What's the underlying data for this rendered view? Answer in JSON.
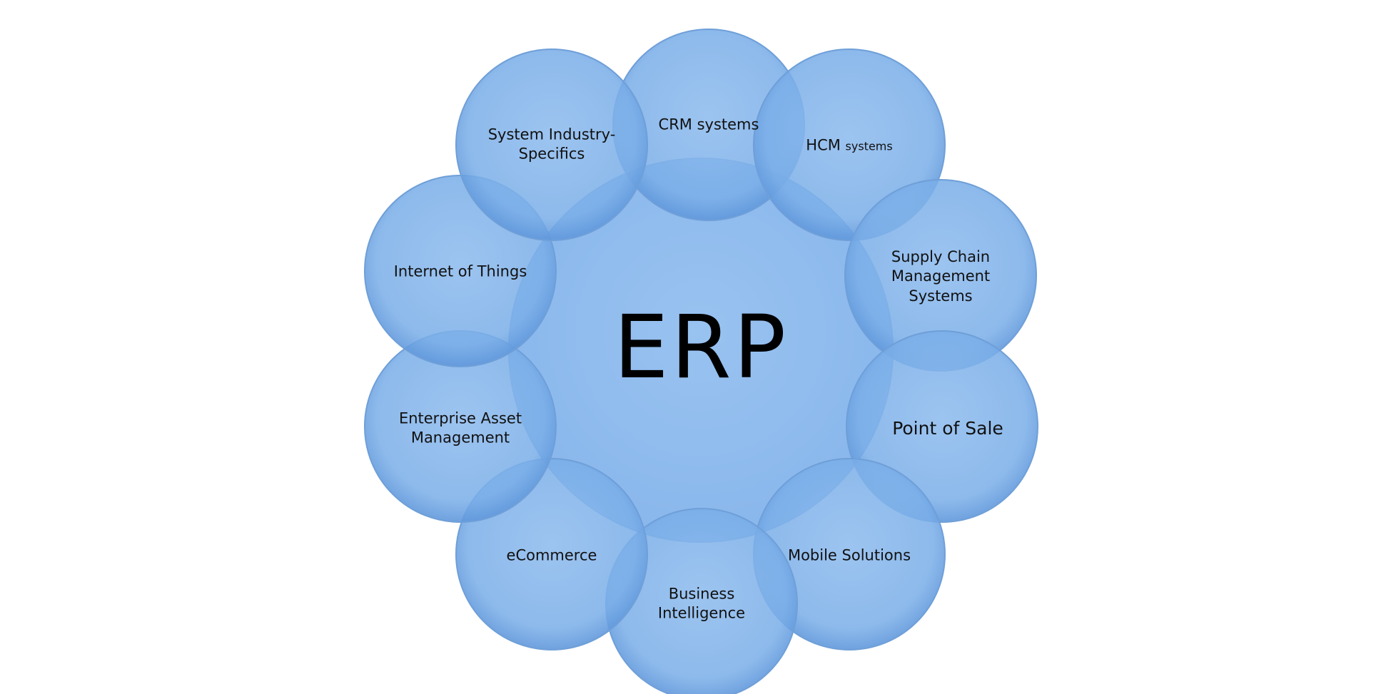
{
  "diagram": {
    "center_label": "ERP",
    "nodes": [
      {
        "id": "crm",
        "text": "CRM systems"
      },
      {
        "id": "hcm",
        "text": "HCM",
        "suffix": "systems"
      },
      {
        "id": "scm",
        "lines": [
          "Supply Chain",
          "Management",
          "Systems"
        ]
      },
      {
        "id": "pos",
        "text": "Point of Sale"
      },
      {
        "id": "mobile",
        "text": "Mobile Solutions"
      },
      {
        "id": "bi",
        "lines": [
          "Business",
          "Intelligence"
        ]
      },
      {
        "id": "ecommerce",
        "text": "eCommerce"
      },
      {
        "id": "eam",
        "lines": [
          "Enterprise Asset",
          "Management"
        ]
      },
      {
        "id": "iot",
        "text": "Internet of Things"
      },
      {
        "id": "industry",
        "lines": [
          "System Industry-",
          "Specifics"
        ]
      }
    ],
    "colors": {
      "circle_fill": "#7aaee8",
      "circle_highlight": "#a9cbf2",
      "circle_stroke": "#5c8fcf",
      "text": "#111111"
    }
  }
}
